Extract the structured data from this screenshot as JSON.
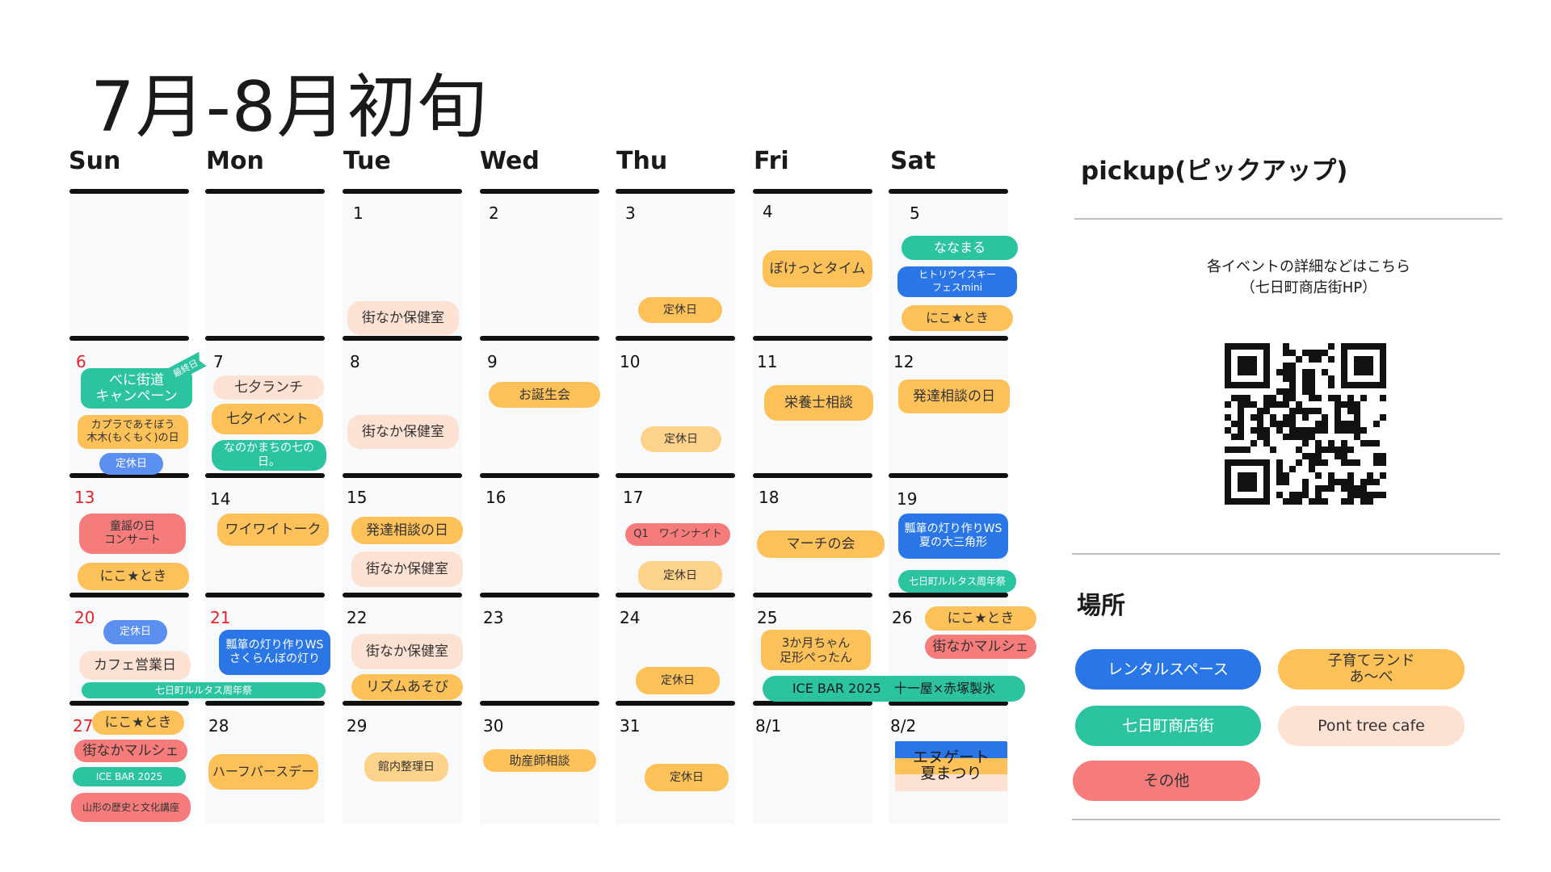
{
  "title": "7月-8月初旬",
  "days": [
    "Sun",
    "Mon",
    "Tue",
    "Wed",
    "Thu",
    "Fri",
    "Sat"
  ],
  "dates": {
    "w0": [
      "",
      "",
      "1",
      "2",
      "3",
      "4",
      "5"
    ],
    "w1": [
      "6",
      "7",
      "8",
      "9",
      "10",
      "11",
      "12"
    ],
    "w2": [
      "13",
      "14",
      "15",
      "16",
      "17",
      "18",
      "19"
    ],
    "w3": [
      "20",
      "21",
      "22",
      "23",
      "24",
      "25",
      "26"
    ],
    "w4": [
      "27",
      "28",
      "29",
      "30",
      "31",
      "8/1",
      "8/2"
    ]
  },
  "events": {
    "tue1": "街なか保健室",
    "thu3": "定休日",
    "fri4": "ぽけっとタイム",
    "sat5_a": "ななまる",
    "sat5_b": "ヒトリウイスキー\nフェスmini",
    "sat5_c": "にこ★とき",
    "sun6_flag": "最終日",
    "sun6_a": "べに街道\nキャンペーン",
    "sun6_b": "カプラであそぼう\n木木(もくもく)の日",
    "sun6_c": "定休日",
    "mon7_a": "七夕ランチ",
    "mon7_b": "七夕イベント",
    "mon7_c": "なのかまちの七の日。",
    "tue8": "街なか保健室",
    "wed9": "お誕生会",
    "thu10": "定休日",
    "fri11": "栄養士相談",
    "sat12": "発達相談の日",
    "sun13_a": "童謡の日\nコンサート",
    "sun13_b": "にこ★とき",
    "mon14": "ワイワイトーク",
    "tue15_a": "発達相談の日",
    "tue15_b": "街なか保健室",
    "thu17_a": "Q1　ワインナイト",
    "thu17_b": "定休日",
    "fri18": "マーチの会",
    "sat19_a": "瓢箪の灯り作りWS\n夏の大三角形",
    "sat19_b": "七日町ルルタス周年祭",
    "sun20": "定休日",
    "sun20_b": "カフェ営業日",
    "wk20_span": "七日町ルルタス周年祭",
    "mon21": "瓢箪の灯り作りWS\nさくらんぼの灯り",
    "tue22_a": "街なか保健室",
    "tue22_b": "リズムあそび",
    "thu24": "定休日",
    "fri25": "3か月ちゃん\n足形ぺったん",
    "sat26_a": "にこ★とき",
    "sat26_b": "街なかマルシェ",
    "wk25_span": "ICE BAR 2025　十一屋×赤塚製氷",
    "sun27_a": "にこ★とき",
    "sun27_b": "街なかマルシェ",
    "sun27_c": "ICE BAR 2025",
    "sun27_d": "山形の歴史と文化講座",
    "mon28": "ハーフバースデー",
    "tue29": "館内整理日",
    "wed30": "助産師相談",
    "thu31": "定休日",
    "sat82": "エヌゲート\n夏まつり"
  },
  "sidebar": {
    "pickup_title": "pickup(ピックアップ)",
    "qr_note": "各イベントの詳細などはこちら\n（七日町商店街HP）",
    "place_title": "場所",
    "legend": {
      "rental": "レンタルスペース",
      "kosodate": "子育てランド\nあ〜べ",
      "nanokamachi": "七日町商店街",
      "pont": "Pont tree cafe",
      "other": "その他"
    }
  },
  "colors": {
    "blue": "#2a76e6",
    "orange": "#fdc15a",
    "green": "#2cc3a1",
    "peach": "#fde2d3",
    "red": "#f57c7b",
    "holiday_red": "#e5232a"
  }
}
